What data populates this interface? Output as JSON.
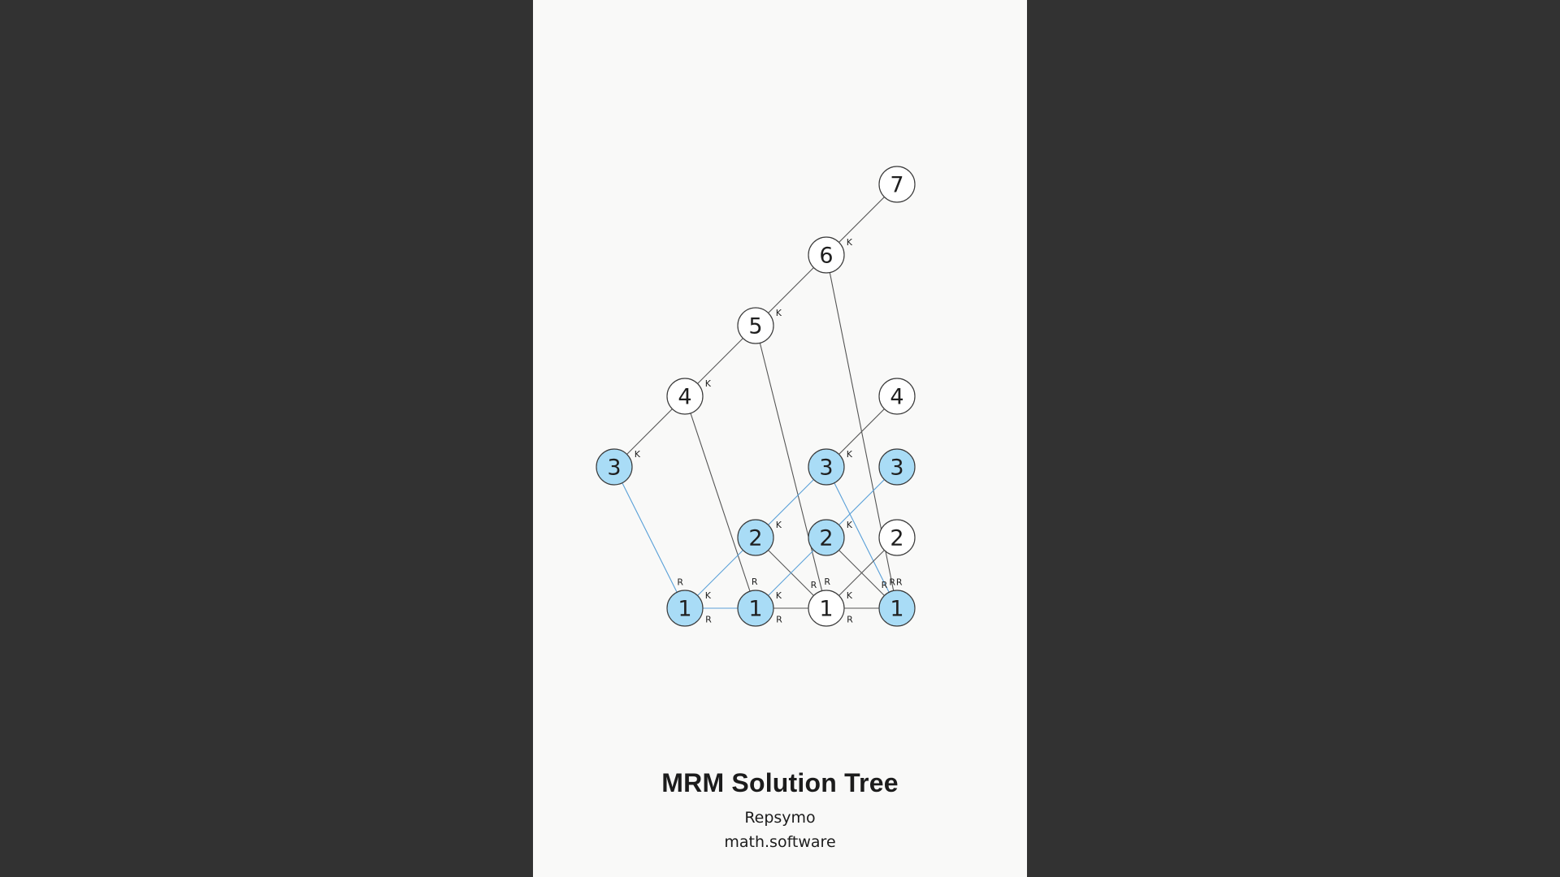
{
  "colors": {
    "background": "#323232",
    "panel": "#f9f9f8",
    "node_fill": "#ffffff",
    "highlight_fill": "#a9dcf6",
    "edge": "#555555",
    "highlight_edge": "#5aa0d8"
  },
  "caption": {
    "title": "MRM Solution Tree",
    "line1": "Repsymo",
    "line2": "math.software"
  },
  "tree": {
    "nodes": [
      {
        "id": "n7",
        "label": "7",
        "col": 4,
        "row": 0,
        "highlight": false
      },
      {
        "id": "n6",
        "label": "6",
        "col": 3,
        "row": 1,
        "highlight": false
      },
      {
        "id": "n5",
        "label": "5",
        "col": 2,
        "row": 2,
        "highlight": false
      },
      {
        "id": "n4a",
        "label": "4",
        "col": 1,
        "row": 3,
        "highlight": false
      },
      {
        "id": "n4b",
        "label": "4",
        "col": 4,
        "row": 3,
        "highlight": false
      },
      {
        "id": "n3a",
        "label": "3",
        "col": 0,
        "row": 4,
        "highlight": true
      },
      {
        "id": "n3b",
        "label": "3",
        "col": 3,
        "row": 4,
        "highlight": true
      },
      {
        "id": "n3c",
        "label": "3",
        "col": 4,
        "row": 4,
        "highlight": true
      },
      {
        "id": "n2a",
        "label": "2",
        "col": 2,
        "row": 5,
        "highlight": true
      },
      {
        "id": "n2b",
        "label": "2",
        "col": 3,
        "row": 5,
        "highlight": true
      },
      {
        "id": "n2c",
        "label": "2",
        "col": 4,
        "row": 5,
        "highlight": false
      },
      {
        "id": "n1a",
        "label": "1",
        "col": 1,
        "row": 6,
        "highlight": true
      },
      {
        "id": "n1b",
        "label": "1",
        "col": 2,
        "row": 6,
        "highlight": true
      },
      {
        "id": "n1c",
        "label": "1",
        "col": 3,
        "row": 6,
        "highlight": false
      },
      {
        "id": "n1d",
        "label": "1",
        "col": 4,
        "row": 6,
        "highlight": true
      }
    ],
    "edges": [
      {
        "from": "n7",
        "to": "n6",
        "label": "K",
        "highlight": false
      },
      {
        "from": "n6",
        "to": "n5",
        "label": "K",
        "highlight": false
      },
      {
        "from": "n6",
        "to": "n1d",
        "label": "R",
        "highlight": false
      },
      {
        "from": "n5",
        "to": "n4a",
        "label": "K",
        "highlight": false
      },
      {
        "from": "n5",
        "to": "n1c",
        "label": "R",
        "highlight": false
      },
      {
        "from": "n4a",
        "to": "n3a",
        "label": "K",
        "highlight": false
      },
      {
        "from": "n4a",
        "to": "n1b",
        "label": "R",
        "highlight": false
      },
      {
        "from": "n4b",
        "to": "n3b",
        "label": "K",
        "highlight": false
      },
      {
        "from": "n3a",
        "to": "n1a",
        "label": "R",
        "highlight": true
      },
      {
        "from": "n3b",
        "to": "n2a",
        "label": "K",
        "highlight": true
      },
      {
        "from": "n3b",
        "to": "n1d",
        "label": "R",
        "highlight": true
      },
      {
        "from": "n3c",
        "to": "n2b",
        "label": "K",
        "highlight": true
      },
      {
        "from": "n2a",
        "to": "n1a",
        "label": "K",
        "highlight": true
      },
      {
        "from": "n2a",
        "to": "n1c",
        "label": "R",
        "highlight": false
      },
      {
        "from": "n2b",
        "to": "n1b",
        "label": "K",
        "highlight": true
      },
      {
        "from": "n2b",
        "to": "n1d",
        "label": "R",
        "highlight": false
      },
      {
        "from": "n2c",
        "to": "n1c",
        "label": "K",
        "highlight": false
      },
      {
        "from": "n1a",
        "to": "n1b",
        "label": "R",
        "highlight": true
      },
      {
        "from": "n1b",
        "to": "n1c",
        "label": "R",
        "highlight": false
      },
      {
        "from": "n1c",
        "to": "n1d",
        "label": "R",
        "highlight": false
      }
    ]
  }
}
